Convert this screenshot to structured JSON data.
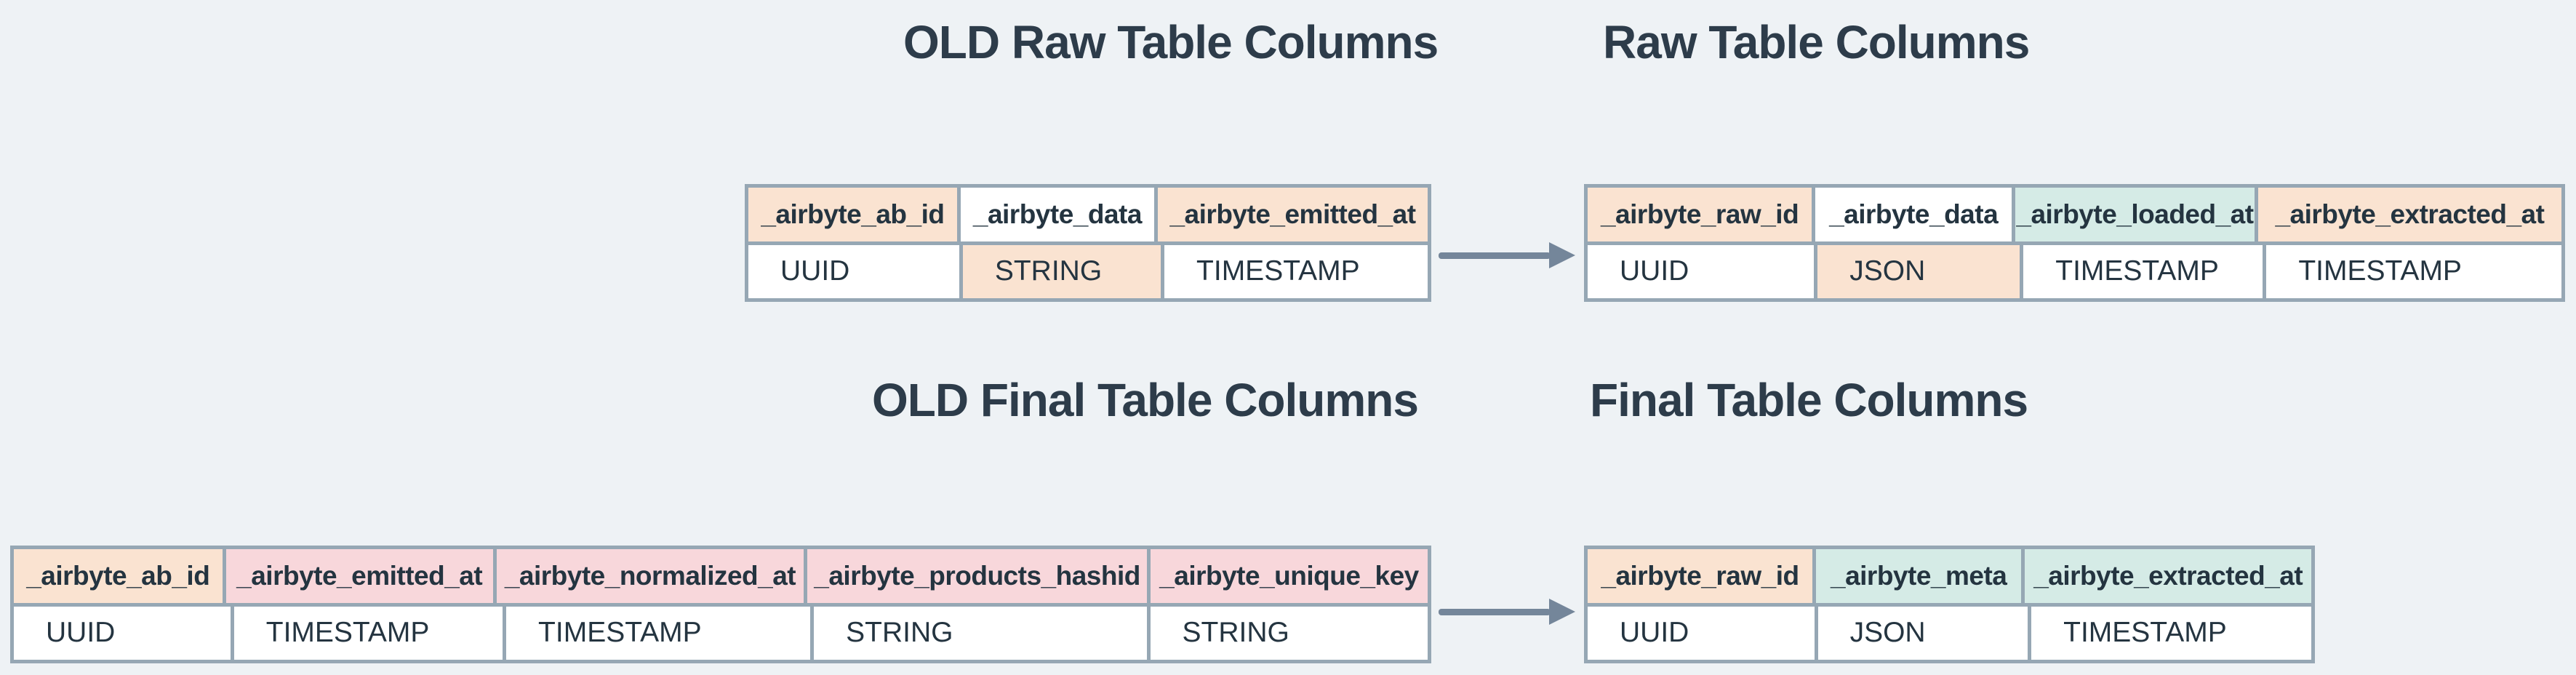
{
  "colors": {
    "background": "#eef2f5",
    "border": "#96a7b4",
    "arrow": "#74869a",
    "text": "#243440",
    "title": "#2d3c4a",
    "peach": "#fae3d1",
    "pink": "#f8d7db",
    "teal": "#d5ebe6",
    "white": "#ffffff"
  },
  "titles": {
    "old_raw": "OLD Raw Table Columns",
    "new_raw": "Raw Table Columns",
    "old_final": "OLD Final Table Columns",
    "new_final": "Final Table Columns"
  },
  "tables": {
    "old_raw": {
      "columns": [
        {
          "name": "_airbyte_ab_id",
          "type": "UUID",
          "header_bg": "peach",
          "value_bg": "white"
        },
        {
          "name": "_airbyte_data",
          "type": "STRING",
          "header_bg": "white",
          "value_bg": "peach"
        },
        {
          "name": "_airbyte_emitted_at",
          "type": "TIMESTAMP",
          "header_bg": "peach",
          "value_bg": "white"
        }
      ]
    },
    "new_raw": {
      "columns": [
        {
          "name": "_airbyte_raw_id",
          "type": "UUID",
          "header_bg": "peach",
          "value_bg": "white"
        },
        {
          "name": "_airbyte_data",
          "type": "JSON",
          "header_bg": "white",
          "value_bg": "peach"
        },
        {
          "name": "_airbyte_loaded_at",
          "type": "TIMESTAMP",
          "header_bg": "teal",
          "value_bg": "white"
        },
        {
          "name": "_airbyte_extracted_at",
          "type": "TIMESTAMP",
          "header_bg": "peach",
          "value_bg": "white"
        }
      ]
    },
    "old_final": {
      "columns": [
        {
          "name": "_airbyte_ab_id",
          "type": "UUID",
          "header_bg": "peach",
          "value_bg": "white"
        },
        {
          "name": "_airbyte_emitted_at",
          "type": "TIMESTAMP",
          "header_bg": "pink",
          "value_bg": "white"
        },
        {
          "name": "_airbyte_normalized_at",
          "type": "TIMESTAMP",
          "header_bg": "pink",
          "value_bg": "white"
        },
        {
          "name": "_airbyte_products_hashid",
          "type": "STRING",
          "header_bg": "pink",
          "value_bg": "white"
        },
        {
          "name": "_airbyte_unique_key",
          "type": "STRING",
          "header_bg": "pink",
          "value_bg": "white"
        }
      ]
    },
    "new_final": {
      "columns": [
        {
          "name": "_airbyte_raw_id",
          "type": "UUID",
          "header_bg": "peach",
          "value_bg": "white"
        },
        {
          "name": "_airbyte_meta",
          "type": "JSON",
          "header_bg": "teal",
          "value_bg": "white"
        },
        {
          "name": "_airbyte_extracted_at",
          "type": "TIMESTAMP",
          "header_bg": "teal",
          "value_bg": "white"
        }
      ]
    }
  }
}
